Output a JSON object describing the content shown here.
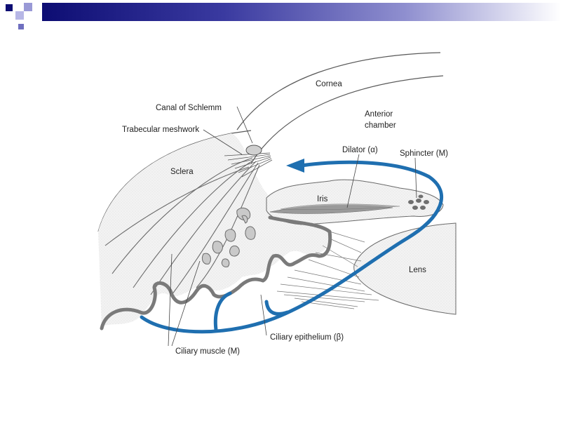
{
  "colors": {
    "header_dark": "#0d0d73",
    "header_mid": "#4a4aa8",
    "header_light": "#9999d6",
    "flow_arrow": "#1f6fb0",
    "tissue_fill": "#f1f1f1",
    "outline": "#5a5a5a"
  },
  "labels": {
    "cornea": "Cornea",
    "canal_of_schlemm": "Canal of Schlemm",
    "trabecular_meshwork": "Trabecular meshwork",
    "anterior_chamber_line1": "Anterior",
    "anterior_chamber_line2": "chamber",
    "dilator": "Dilator (α)",
    "sphincter": "Sphincter (M)",
    "sclera": "Sclera",
    "iris": "Iris",
    "lens": "Lens",
    "ciliary_epithelium": "Ciliary epithelium (β)",
    "ciliary_muscle": "Ciliary muscle (M)"
  },
  "icons": {
    "flow_arrow": "aqueous-humor-flow-arrow-icon"
  }
}
